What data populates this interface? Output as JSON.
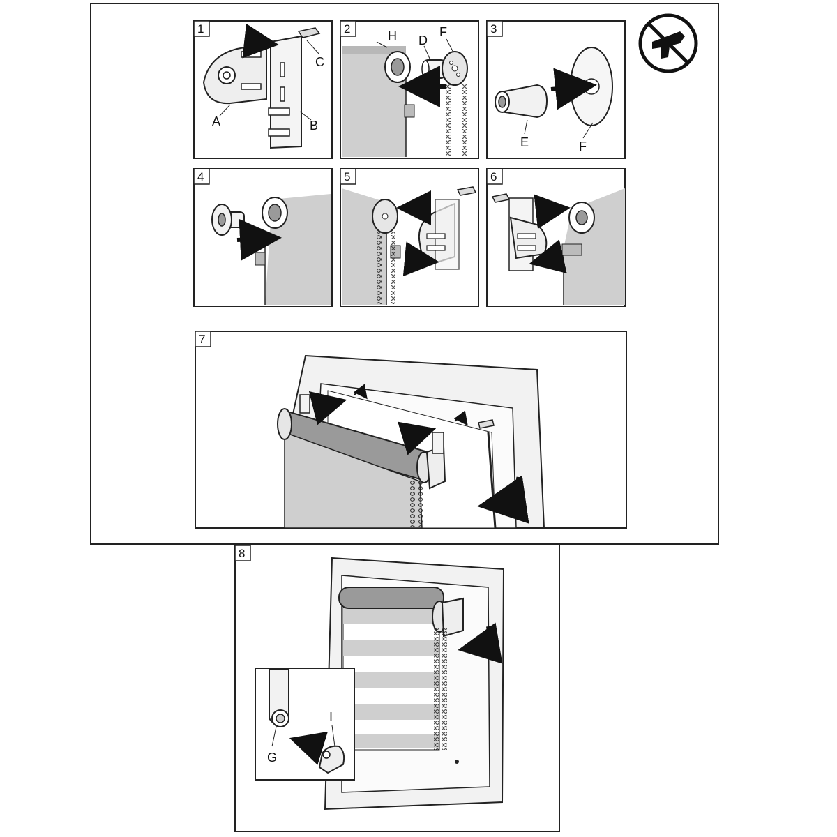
{
  "colors": {
    "line": "#222222",
    "fabric": "#cfcfcf",
    "fabric_dark": "#9a9a9a",
    "frame": "#f2f2f2",
    "paper": "#ffffff"
  },
  "icons": {
    "no_drill": "no-glue-gun-icon"
  },
  "steps": [
    {
      "number": "1",
      "labels": {
        "a": "A",
        "b": "B",
        "c": "C"
      }
    },
    {
      "number": "2",
      "labels": {
        "h": "H",
        "d": "D",
        "f": "F"
      }
    },
    {
      "number": "3",
      "labels": {
        "e": "E",
        "f": "F"
      }
    },
    {
      "number": "4"
    },
    {
      "number": "5"
    },
    {
      "number": "6"
    },
    {
      "number": "7"
    },
    {
      "number": "8",
      "labels": {
        "g": "G",
        "i": "I"
      }
    }
  ]
}
